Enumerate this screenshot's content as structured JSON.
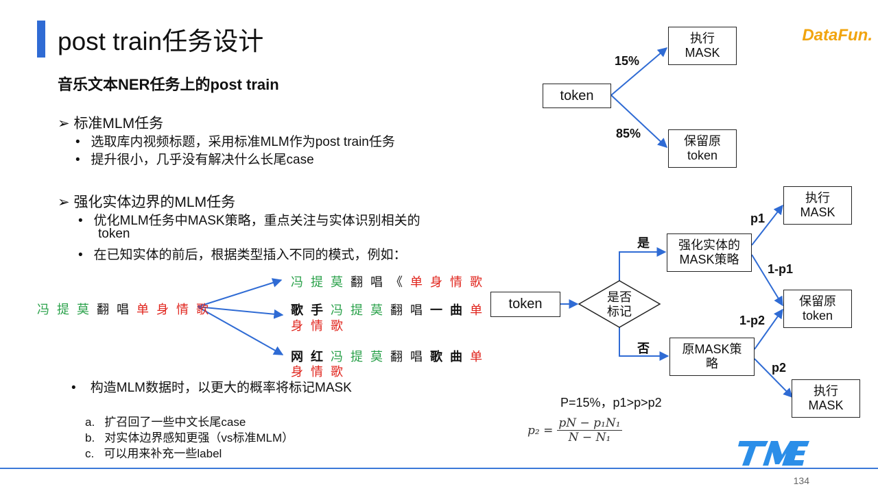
{
  "slide": {
    "title": "post train任务设计",
    "logo": "DataFun.",
    "subtitle": "音乐文本NER任务上的post train",
    "page_number": "134"
  },
  "section1": {
    "heading": "标准MLM任务",
    "bullets": [
      "选取库内视频标题，采用标准MLM作为post train任务",
      "提升很小，几乎没有解决什么长尾case"
    ]
  },
  "section2": {
    "heading": "强化实体边界的MLM任务",
    "bullets": [
      "优化MLM任务中MASK策略，重点关注与实体识别相关的",
      "token",
      "在已知实体的前后，根据类型插入不同的模式，例如："
    ]
  },
  "example": {
    "source": {
      "entity": "冯 提 莫",
      "mid": " 翻 唱 ",
      "song": "单 身 情 歌"
    },
    "out1": {
      "entity": "冯 提 莫",
      "mid": " 翻 唱 《 ",
      "song": "单 身 情 歌"
    },
    "out2": {
      "prefix": "歌 手 ",
      "entity": "冯 提 莫",
      "mid": " 翻 唱 ",
      "bold_mid": "一 曲 ",
      "song_a": "单",
      "song_b": "身 情 歌"
    },
    "out3": {
      "prefix": "网 红 ",
      "entity": "冯 提 莫",
      "mid": " 翻 唱 ",
      "bold_mid": "歌 曲 ",
      "song_a": "单",
      "song_b": "身 情 歌"
    }
  },
  "section3": {
    "bullet": "构造MLM数据时，以更大的概率将标记MASK",
    "items": [
      {
        "marker": "a.",
        "text": "扩召回了一些中文长尾case"
      },
      {
        "marker": "b.",
        "text": "对实体边界感知更强（vs标准MLM）"
      },
      {
        "marker": "c.",
        "text": "可以用来补充一些label"
      }
    ]
  },
  "diagram_top": {
    "token": "token",
    "p_mask": "15%",
    "p_keep": "85%",
    "mask_box": [
      "执行",
      "MASK"
    ],
    "keep_box": [
      "保留原",
      "token"
    ]
  },
  "diagram_bottom": {
    "token": "token",
    "decision": [
      "是否",
      "标记"
    ],
    "yes": "是",
    "no": "否",
    "strong_box": [
      "强化实体的",
      "MASK策略"
    ],
    "orig_box": [
      "原MASK策",
      "略"
    ],
    "mask1": [
      "执行",
      "MASK"
    ],
    "keep": [
      "保留原",
      "token"
    ],
    "mask2": [
      "执行",
      "MASK"
    ],
    "p1": "p1",
    "one_minus_p1": "1-p1",
    "one_minus_p2": "1-p2",
    "p2": "p2",
    "constraint": "P=15%，p1>p>p2",
    "formula_lhs": "p₂ =",
    "formula_num": "pN − p₁N₁",
    "formula_den": "N − N₁"
  }
}
